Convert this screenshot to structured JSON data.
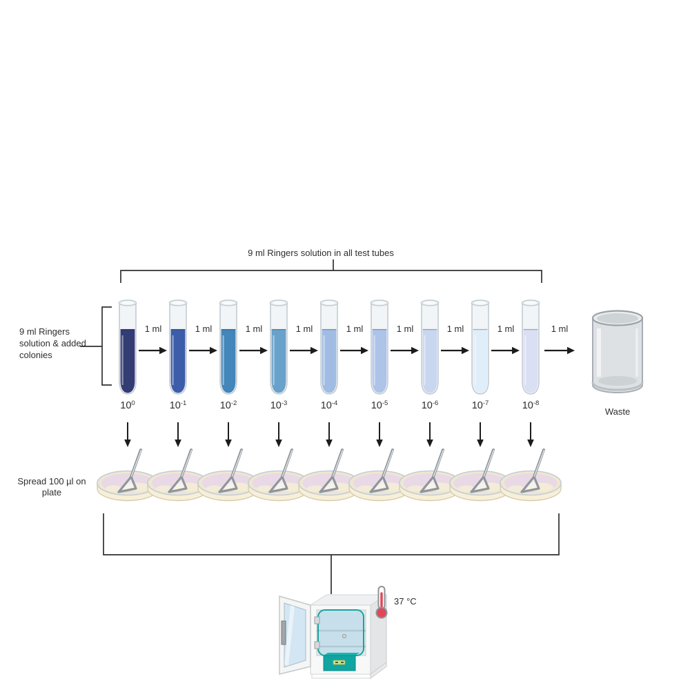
{
  "diagram": {
    "top_bracket_label": "9 ml Ringers solution in all test tubes",
    "left_bracket_label_lines": [
      "9 ml Ringers",
      "solution & added",
      "colonies"
    ],
    "transfer_volume_label": "1 ml",
    "dilution_series": [
      {
        "label_base": "10",
        "exponent": "0",
        "liquid_color": "#343c74"
      },
      {
        "label_base": "10",
        "exponent": "-1",
        "liquid_color": "#3c5da9"
      },
      {
        "label_base": "10",
        "exponent": "-2",
        "liquid_color": "#4286ba"
      },
      {
        "label_base": "10",
        "exponent": "-3",
        "liquid_color": "#68a1ca"
      },
      {
        "label_base": "10",
        "exponent": "-4",
        "liquid_color": "#a0bce2"
      },
      {
        "label_base": "10",
        "exponent": "-5",
        "liquid_color": "#adc3e8"
      },
      {
        "label_base": "10",
        "exponent": "-6",
        "liquid_color": "#c9d6f0"
      },
      {
        "label_base": "10",
        "exponent": "-7",
        "liquid_color": "#dfeef8"
      },
      {
        "label_base": "10",
        "exponent": "-8",
        "liquid_color": "#dadff3"
      }
    ],
    "spread_label_lines": [
      "Spread 100 µl on",
      "plate"
    ],
    "waste_label": "Waste",
    "incubator_temperature": "37 °C"
  },
  "style_colors": {
    "line": "#2f2f2f",
    "arrow": "#1c1c1c",
    "glass_fill": "#f1f5f7",
    "glass_stroke": "#c3ccd2",
    "agar_pink": "#e9d9e6",
    "dish_cream": "#f7efd8",
    "incubator_teal": "#11a5a1",
    "thermometer_red": "#e0485a"
  }
}
